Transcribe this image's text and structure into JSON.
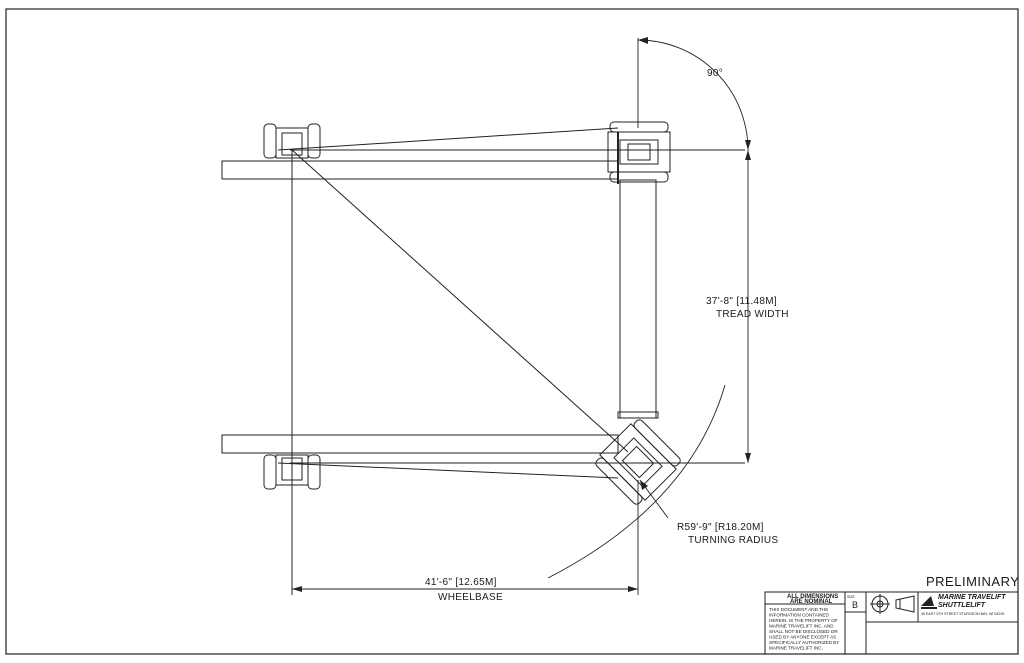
{
  "drawing": {
    "angle_label": "90°",
    "tread_width": {
      "value": "37'-8\" [11.48M]",
      "label": "TREAD WIDTH"
    },
    "turning_radius": {
      "value": "R59'-9\" [R18.20M]",
      "label": "TURNING RADIUS"
    },
    "wheelbase": {
      "value": "41'-6\" [12.65M]",
      "label": "WHEELBASE"
    }
  },
  "title_block": {
    "status": "PRELIMINARY",
    "nominal_line1": "ALL DIMENSIONS",
    "nominal_line2": "ARE NOMINAL",
    "notice_lines": [
      "THIS DOCUMENT AND THE",
      "INFORMATION CONTAINED",
      "HEREIN, IS THE PROPERTY OF",
      "MARINE TRAVELIFT INC. AND",
      "SHALL NOT BE DISCLOSED OR",
      "USED BY ANYONE EXCEPT AS",
      "SPECIFICALLY AUTHORIZED BY",
      "MARINE TRAVELIFT INC."
    ],
    "size_label": "SIZE",
    "size_value": "B",
    "company_line1": "MARINE TRAVELIFT",
    "company_line2": "SHUTTLELIFT",
    "address": "49 EAST 9TH STREET STURGEON BAY, WI 54235"
  }
}
